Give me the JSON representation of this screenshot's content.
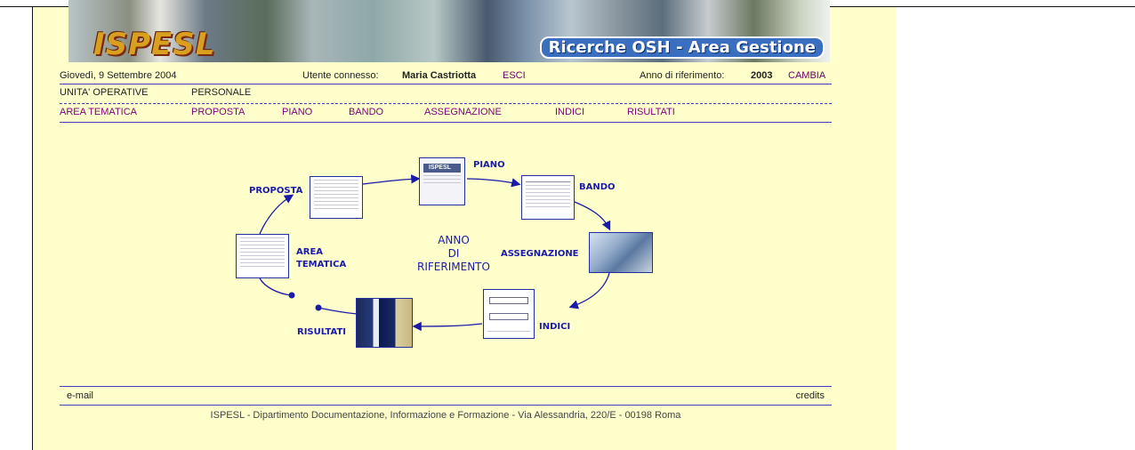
{
  "banner": {
    "logo": "ISPESL",
    "title": "Ricerche OSH - Area Gestione"
  },
  "infobar": {
    "date": "Giovedì, 9 Settembre 2004",
    "user_label": "Utente connesso:",
    "user_name": "Maria Castriotta",
    "logout": "ESCI",
    "year_label": "Anno di riferimento:",
    "year": "2003",
    "change": "CAMBIA"
  },
  "menu_top": [
    "UNITA' OPERATIVE",
    "PERSONALE"
  ],
  "menu_main": [
    "AREA TEMATICA",
    "PROPOSTA",
    "PIANO",
    "BANDO",
    "ASSEGNAZIONE",
    "INDICI",
    "RISULTATI"
  ],
  "diagram": {
    "labels": {
      "piano": "PIANO",
      "proposta": "PROPOSTA",
      "bando": "BANDO",
      "assegnazione": "ASSEGNAZIONE",
      "indici": "INDICI",
      "risultati": "RISULTATI",
      "area_1": "AREA",
      "area_2": "TEMATICA"
    },
    "center": [
      "ANNO",
      "DI",
      "RIFERIMENTO"
    ],
    "piano_doc_caption": "ISPESL"
  },
  "footer": {
    "email": "e-mail",
    "credits": "credits",
    "address": "ISPESL - Dipartimento Documentazione, Informazione e Formazione - Via Alessandria, 220/E - 00198 Roma"
  },
  "colors": {
    "page_bg": "#ffffcc",
    "link": "#800080",
    "rule": "#4040c0",
    "diagram": "#1a1aa8"
  }
}
